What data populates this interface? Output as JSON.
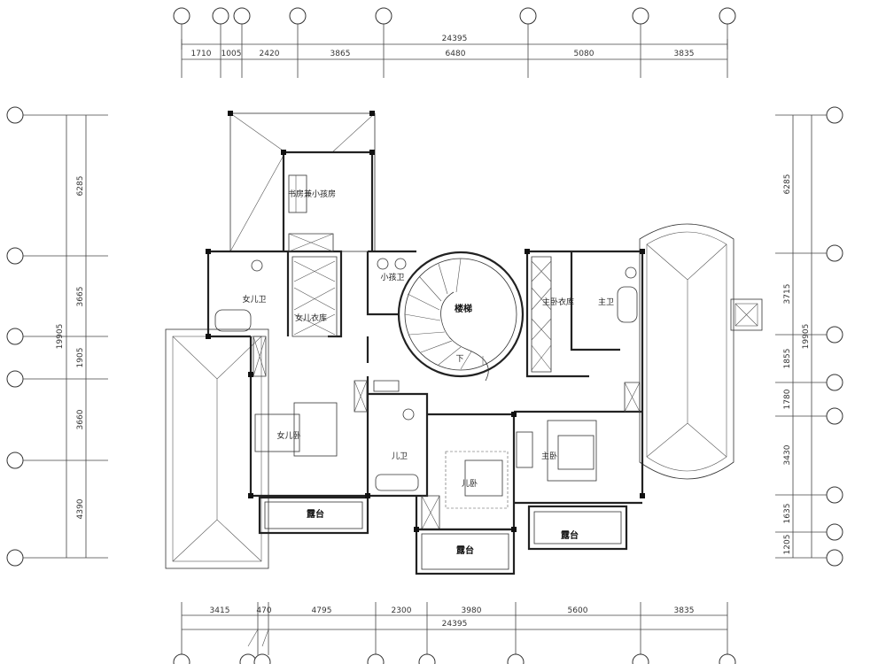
{
  "top_dims": {
    "total": "24395",
    "segments": [
      "1710",
      "1005",
      "2420",
      "3865",
      "6480",
      "5080",
      "3835"
    ]
  },
  "bottom_dims": {
    "total": "24395",
    "segments": [
      "3415",
      "470",
      "4795",
      "2300",
      "3980",
      "5600",
      "3835"
    ]
  },
  "left_dims": {
    "total": "19905",
    "segments": [
      "6285",
      "3665",
      "1905",
      "3660",
      "4390"
    ]
  },
  "right_dims": {
    "total": "19905",
    "segments": [
      "6285",
      "3715",
      "1855",
      "1780",
      "3430",
      "1635",
      "1205"
    ]
  },
  "rooms": {
    "study_child": "书房兼小孩房",
    "daughter_bath": "女儿卫",
    "daughter_closet": "女儿衣库",
    "kids_bath": "小孩卫",
    "stairs": "楼梯",
    "master_closet": "主卧衣库",
    "master_bath": "主卫",
    "daughter_bedroom": "女儿卧",
    "son_bath": "儿卫",
    "son_bedroom": "儿卧",
    "master_bedroom": "主卧",
    "terrace_left": "露台",
    "terrace_mid": "露台",
    "terrace_right": "露台"
  },
  "stair_label": "下"
}
